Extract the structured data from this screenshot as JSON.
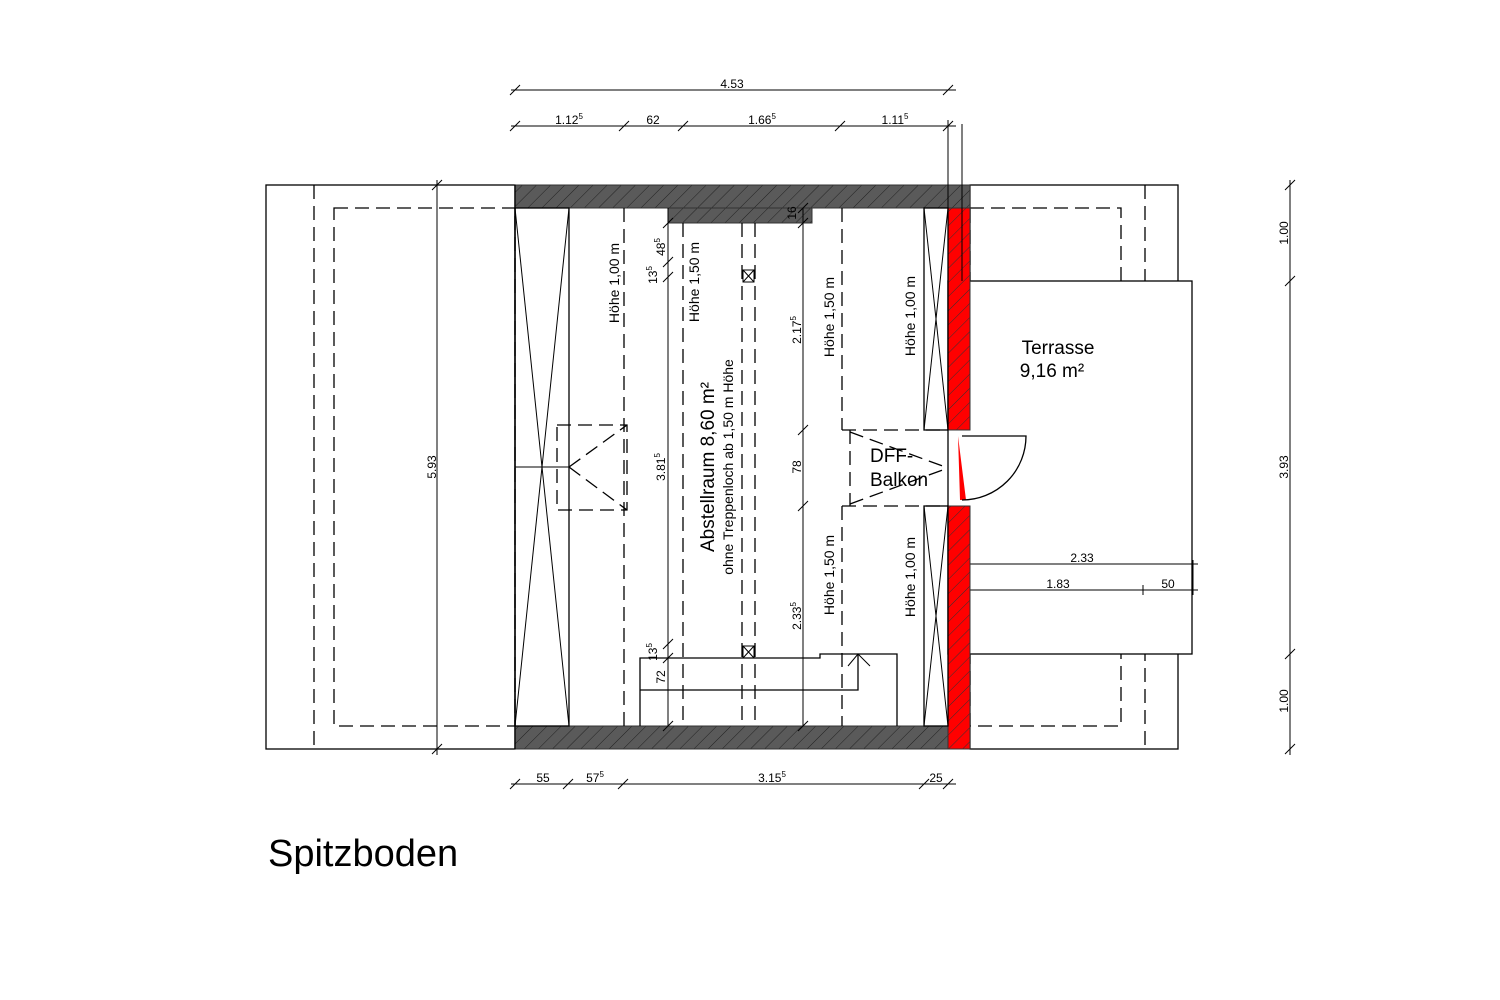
{
  "title": "Spitzboden",
  "rooms": {
    "storage_name": "Abstellraum 8,60 m²",
    "storage_note": "ohne Treppenloch ab 1,50 m Höhe",
    "terrace_name": "Terrasse",
    "terrace_area": "9,16 m²",
    "balcony_line1": "DFF-",
    "balcony_line2": "Balkon"
  },
  "heights": {
    "h100": "Höhe 1,00 m",
    "h150": "Höhe 1,50 m"
  },
  "dims": {
    "total_top": "4.53",
    "top_1": {
      "main": "1.12",
      "sup": "5"
    },
    "top_2": "62",
    "top_3": {
      "main": "1.66",
      "sup": "5"
    },
    "top_4": {
      "main": "1.11",
      "sup": "5"
    },
    "left_total": "5.93",
    "right_1": "1.00",
    "right_2": "3.93",
    "right_3": "1.00",
    "bottom_1": "55",
    "bottom_2": {
      "main": "57",
      "sup": "5"
    },
    "bottom_3": {
      "main": "3.15",
      "sup": "5"
    },
    "bottom_4": "25",
    "inner_a1": {
      "main": "48",
      "sup": "5"
    },
    "inner_a2": {
      "main": "13",
      "sup": "5"
    },
    "inner_a3": {
      "main": "3.81",
      "sup": "5"
    },
    "inner_a4": {
      "main": "13",
      "sup": "5"
    },
    "inner_a5": "72",
    "inner_b1": "16",
    "inner_b2": {
      "main": "2.17",
      "sup": "5"
    },
    "inner_b3": "78",
    "inner_b4": {
      "main": "2.33",
      "sup": "5"
    },
    "terrace_w": "2.33",
    "terrace_w1": "1.83",
    "terrace_w2": "50"
  },
  "colors": {
    "wall": "#5a5a5a",
    "new_wall": "#ff0000"
  }
}
